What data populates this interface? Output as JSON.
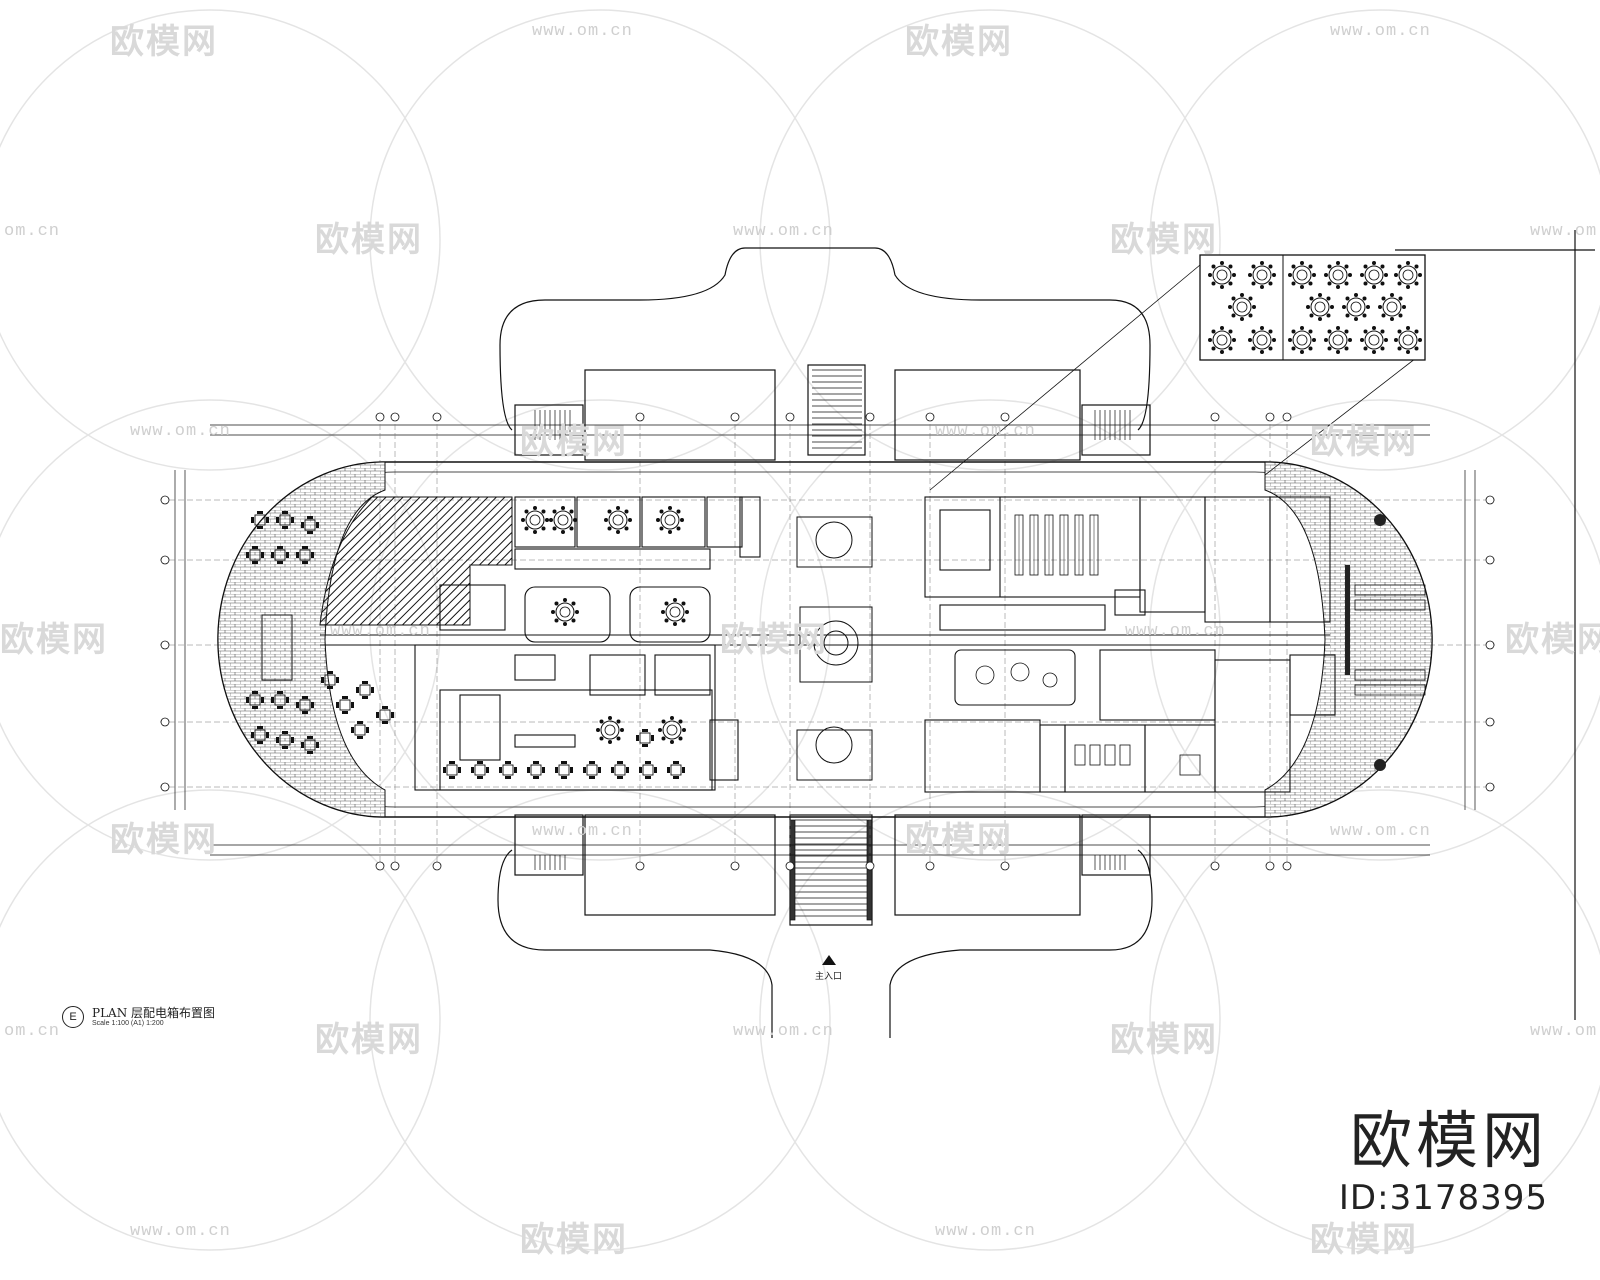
{
  "drawing": {
    "plan_label": "PLAN",
    "plan_title": "层配电箱布置图",
    "scale_text": "Scale 1:100 (A1) 1:200",
    "plan_number": "E",
    "entrance_label": "主入口"
  },
  "brand": {
    "name": "欧模网",
    "id_text": "ID:3178395"
  },
  "watermark": {
    "logo_text": "欧模网",
    "url_text": "www.om.cn",
    "url_short": "om.cn"
  }
}
